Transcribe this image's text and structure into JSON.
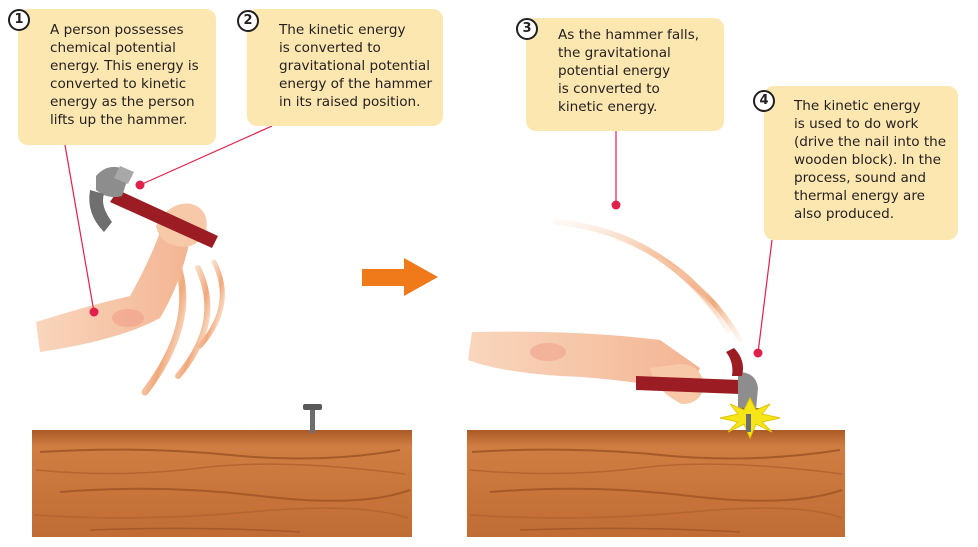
{
  "callouts": [
    {
      "number": "1",
      "text": "A person possesses\nchemical potential\nenergy. This energy is\nconverted to kinetic\nenergy as the person\nlifts up the hammer."
    },
    {
      "number": "2",
      "text": "The kinetic energy\nis converted to\ngravitational potential\nenergy of the hammer\nin its raised position."
    },
    {
      "number": "3",
      "text": "As the hammer falls,\nthe gravitational\npotential energy\nis converted to\nkinetic energy."
    },
    {
      "number": "4",
      "text": "The kinetic energy\nis used to do work\n(drive the nail into the\nwooden block). In the\nprocess, sound and\nthermal energy are\nalso produced."
    }
  ],
  "colors": {
    "callout_fill": "#fce7b0",
    "leader_line": "#e0204a",
    "arrow": "#f07a1a",
    "wood": "#c8743a",
    "skin": "#f7c8a8",
    "hammer_handle": "#9b1c22",
    "hammer_head": "#8c8c8c",
    "motion_streak": "#f3b98f"
  }
}
